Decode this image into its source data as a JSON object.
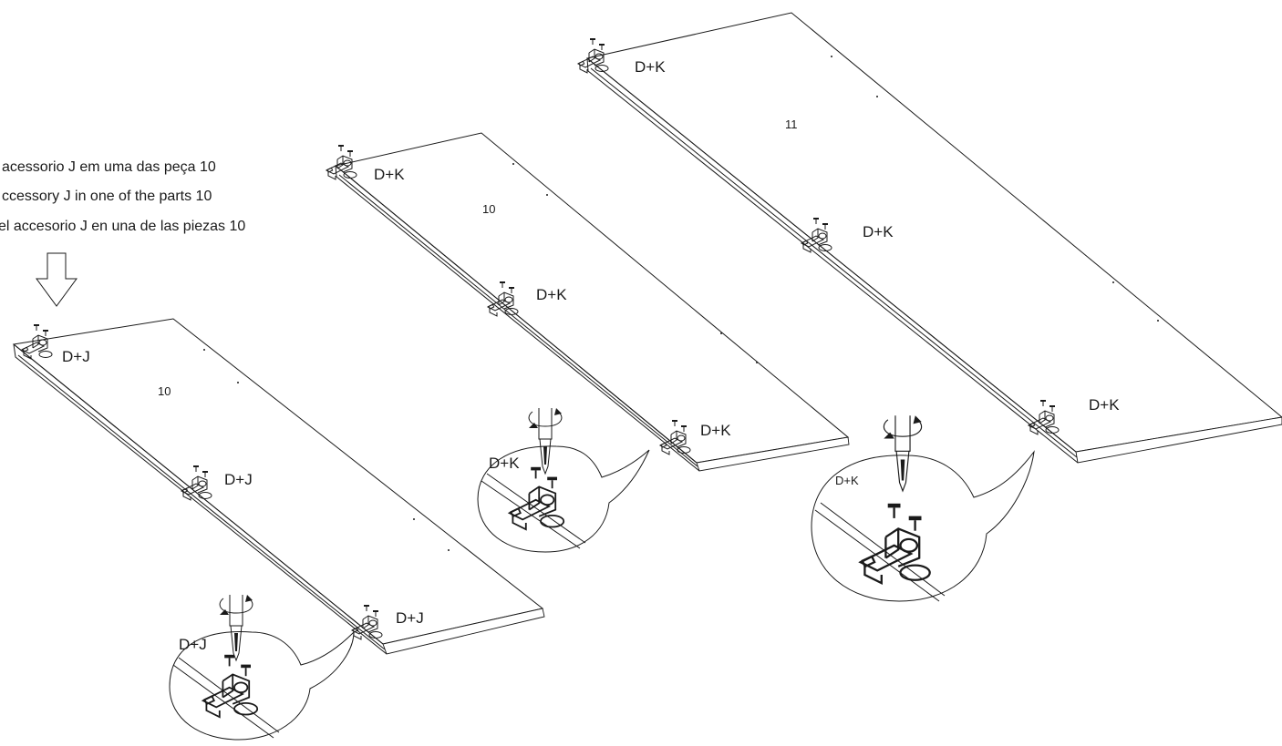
{
  "instructions": {
    "line_pt": "acessorio J em uma das peça 10",
    "line_en": "ccessory J in one of the parts 10",
    "line_es": "el accesorio J en una de las piezas 10"
  },
  "panels": [
    {
      "part_number": "10",
      "hinge_label": "D+J",
      "detail_label": "D+J"
    },
    {
      "part_number": "10",
      "hinge_label": "D+K",
      "detail_label": "D+K"
    },
    {
      "part_number": "11",
      "hinge_label": "D+K",
      "detail_label": "D+K"
    }
  ],
  "icons": [
    "down-arrow-icon",
    "screwdriver-icon",
    "hinge-icon",
    "screw-icon",
    "rotate-icon"
  ],
  "colors": {
    "line": "#1a1a1a",
    "background": "#ffffff"
  }
}
